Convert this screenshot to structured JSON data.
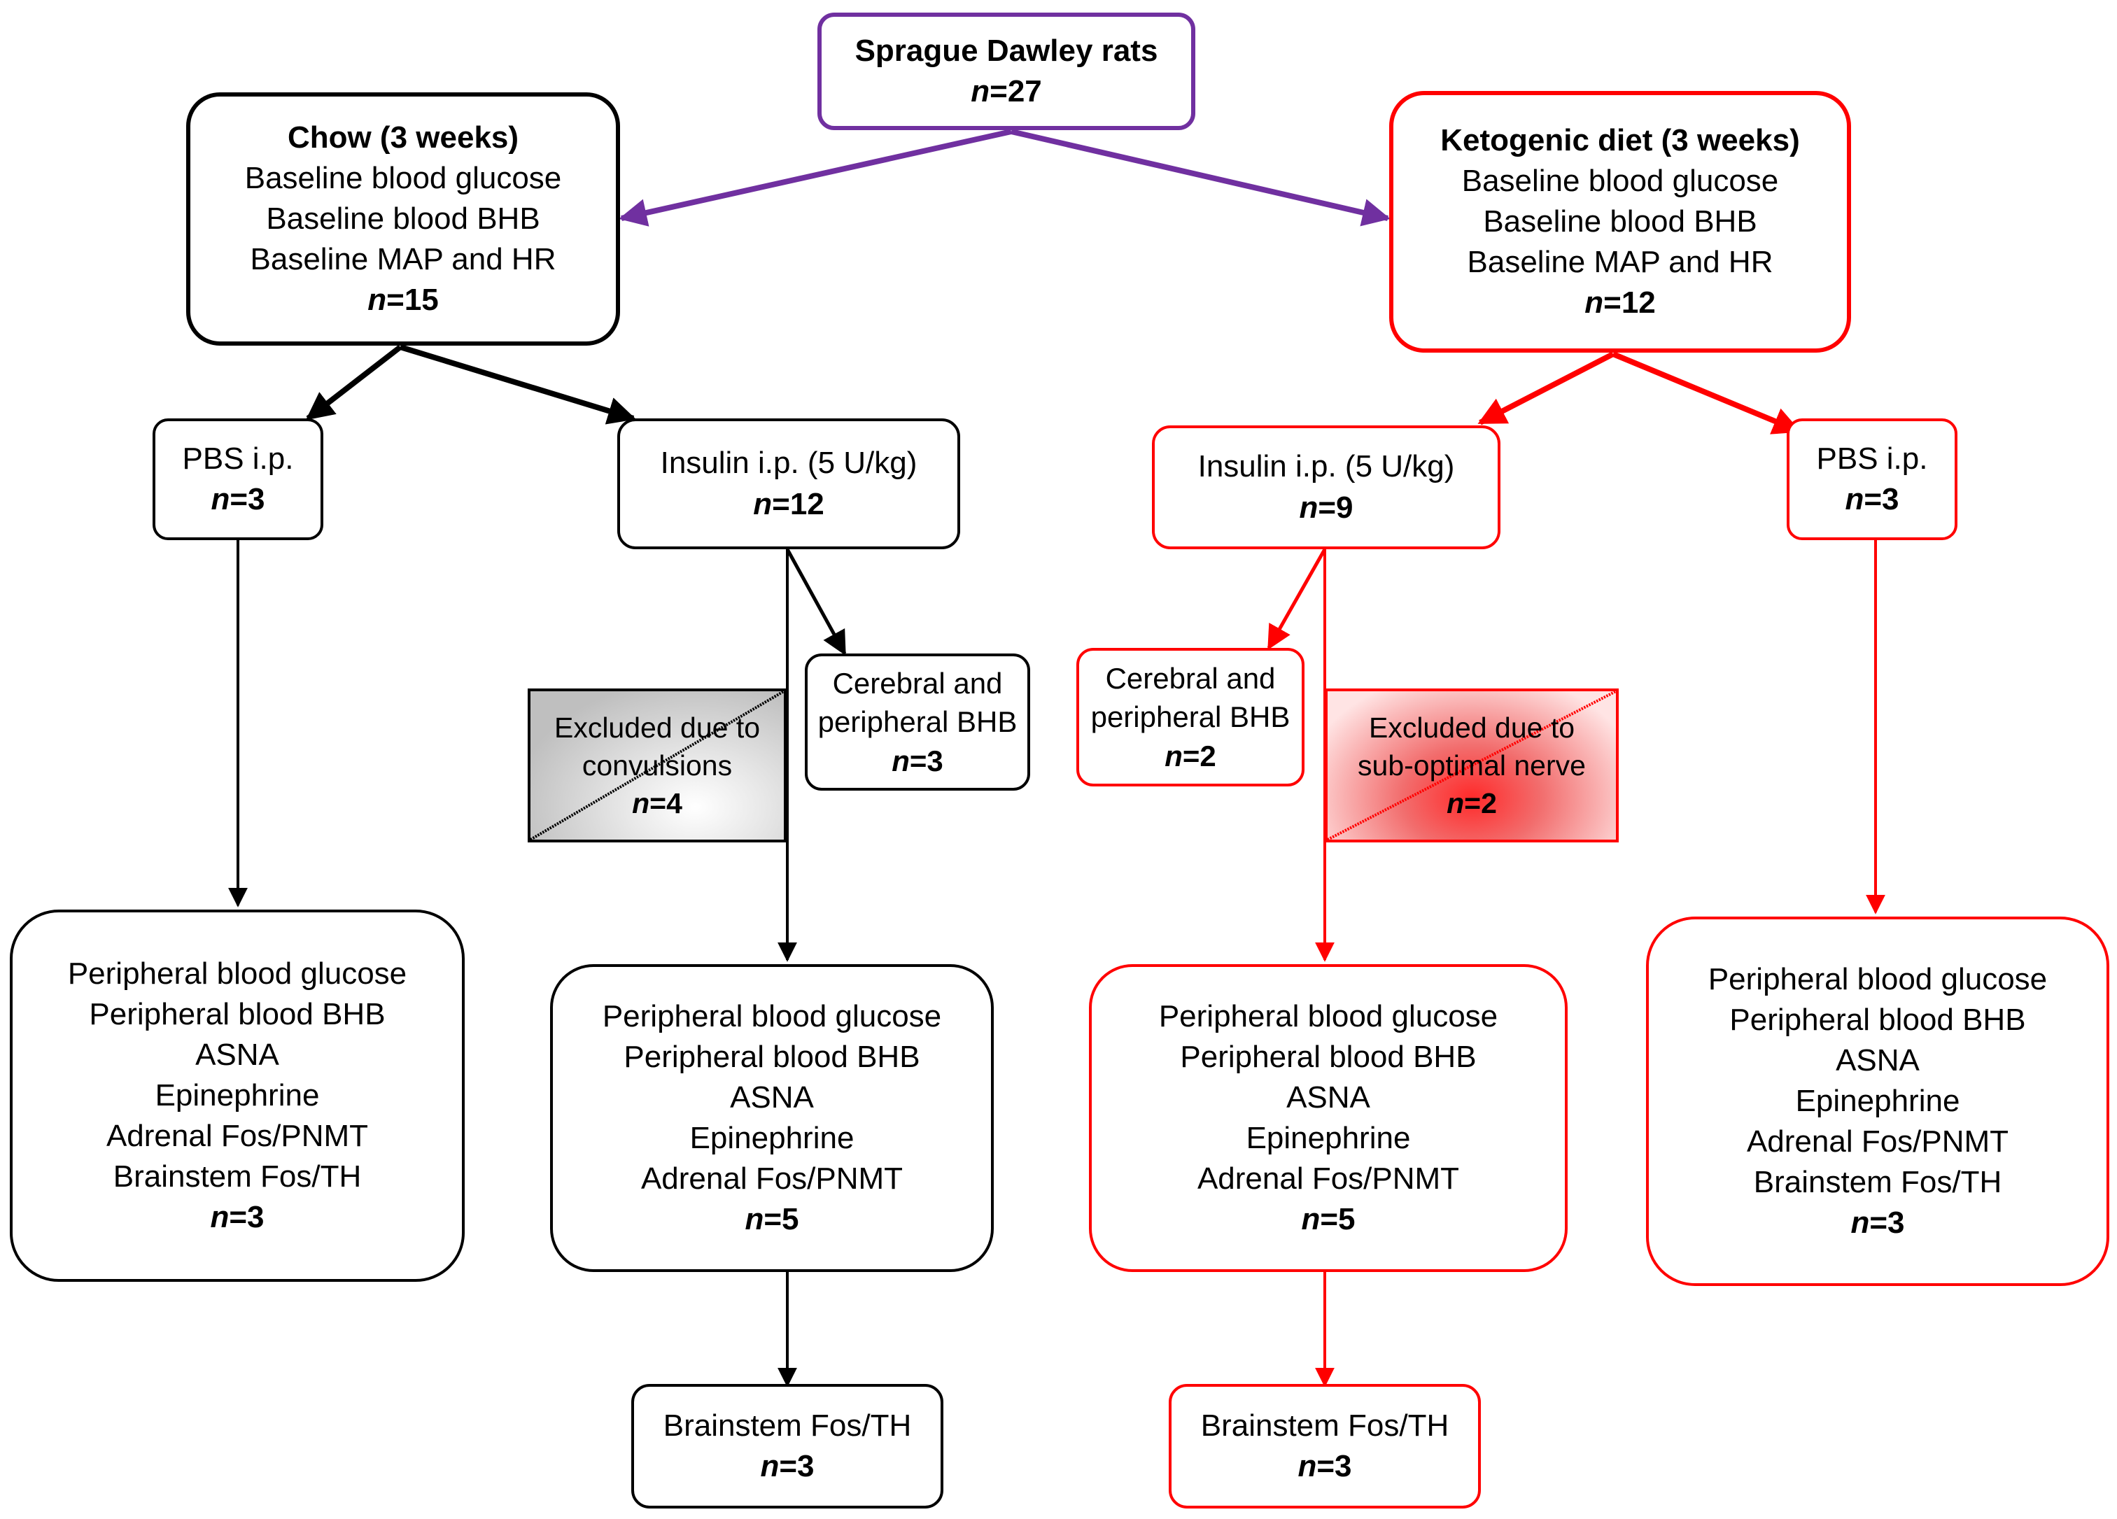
{
  "colors": {
    "black": "#000000",
    "red": "#ff0000",
    "purple": "#7030a0",
    "grey_fill": "#bfbfbf",
    "red_fill": "#f26d6d"
  },
  "boxes": {
    "root": {
      "title": "Sprague Dawley rats",
      "lines": [],
      "n": "27"
    },
    "chow": {
      "title": "Chow (3 weeks)",
      "lines": [
        "Baseline blood glucose",
        "Baseline blood BHB",
        "Baseline MAP and HR"
      ],
      "n": "15"
    },
    "keto": {
      "title": "Ketogenic diet (3 weeks)",
      "lines": [
        "Baseline blood glucose",
        "Baseline blood BHB",
        "Baseline MAP and HR"
      ],
      "n": "12"
    },
    "chow_pbs": {
      "lines": [
        "PBS i.p."
      ],
      "n": "3"
    },
    "chow_insulin": {
      "lines": [
        "Insulin i.p. (5 U/kg)"
      ],
      "n": "12"
    },
    "keto_insulin": {
      "lines": [
        "Insulin i.p. (5 U/kg)"
      ],
      "n": "9"
    },
    "keto_pbs": {
      "lines": [
        "PBS i.p."
      ],
      "n": "3"
    },
    "chow_cerebral": {
      "lines": [
        "Cerebral and",
        "peripheral BHB"
      ],
      "n": "3"
    },
    "keto_cerebral": {
      "lines": [
        "Cerebral and",
        "peripheral BHB"
      ],
      "n": "2"
    },
    "chow_excluded": {
      "lines": [
        "Excluded due to",
        "convulsions"
      ],
      "n": "4"
    },
    "keto_excluded": {
      "lines": [
        "Excluded due to",
        "sub-optimal nerve"
      ],
      "n": "2"
    },
    "chow_pbs_out": {
      "lines": [
        "Peripheral blood glucose",
        "Peripheral blood BHB",
        "ASNA",
        "Epinephrine",
        "Adrenal Fos/PNMT",
        "Brainstem Fos/TH"
      ],
      "n": "3"
    },
    "chow_insulin_out": {
      "lines": [
        "Peripheral blood glucose",
        "Peripheral blood BHB",
        "ASNA",
        "Epinephrine",
        "Adrenal Fos/PNMT"
      ],
      "n": "5"
    },
    "keto_insulin_out": {
      "lines": [
        "Peripheral blood glucose",
        "Peripheral blood BHB",
        "ASNA",
        "Epinephrine",
        "Adrenal Fos/PNMT"
      ],
      "n": "5"
    },
    "keto_pbs_out": {
      "lines": [
        "Peripheral blood glucose",
        "Peripheral blood BHB",
        "ASNA",
        "Epinephrine",
        "Adrenal Fos/PNMT",
        "Brainstem Fos/TH"
      ],
      "n": "3"
    },
    "chow_brainstem": {
      "lines": [
        "Brainstem Fos/TH"
      ],
      "n": "3"
    },
    "keto_brainstem": {
      "lines": [
        "Brainstem Fos/TH"
      ],
      "n": "3"
    }
  },
  "n_prefix": "n",
  "n_sep": "="
}
